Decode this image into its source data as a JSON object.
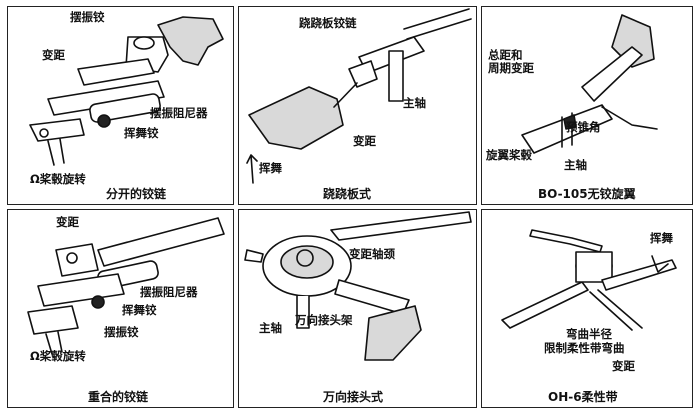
{
  "panels": [
    {
      "caption": "分开的铰链",
      "labels": {
        "flap_hinge": "摆振铰",
        "pitch": "变距",
        "damper": "摆振阻尼器",
        "flapping_hinge": "挥舞铰",
        "hub_rotation": "Ω桨毂旋转"
      }
    },
    {
      "caption": "跷跷板式",
      "labels": {
        "teeter_hinge": "跷跷板铰链",
        "main_shaft": "主轴",
        "pitch": "变距",
        "flapping": "挥舞"
      }
    },
    {
      "caption": "BO-105无铰旋翼",
      "labels": {
        "collective_cyclic": "总距和\n周期变距",
        "precone": "预锥角",
        "rotor_hub": "旋翼桨毂",
        "main_shaft": "主轴"
      }
    },
    {
      "caption": "重合的铰链",
      "labels": {
        "pitch": "变距",
        "damper": "摆振阻尼器",
        "flapping_hinge": "挥舞铰",
        "lag_hinge": "摆振铰",
        "hub_rotation": "Ω桨毂旋转"
      }
    },
    {
      "caption": "万向接头式",
      "labels": {
        "pitch_journal": "变距轴颈",
        "main_shaft": "主轴",
        "gimbal_frame": "万向接头架"
      }
    },
    {
      "caption": "OH-6柔性带",
      "labels": {
        "flapping": "挥舞",
        "bend_radius": "弯曲半径",
        "limit_bend": "限制柔性带弯曲",
        "pitch": "变距"
      }
    }
  ]
}
